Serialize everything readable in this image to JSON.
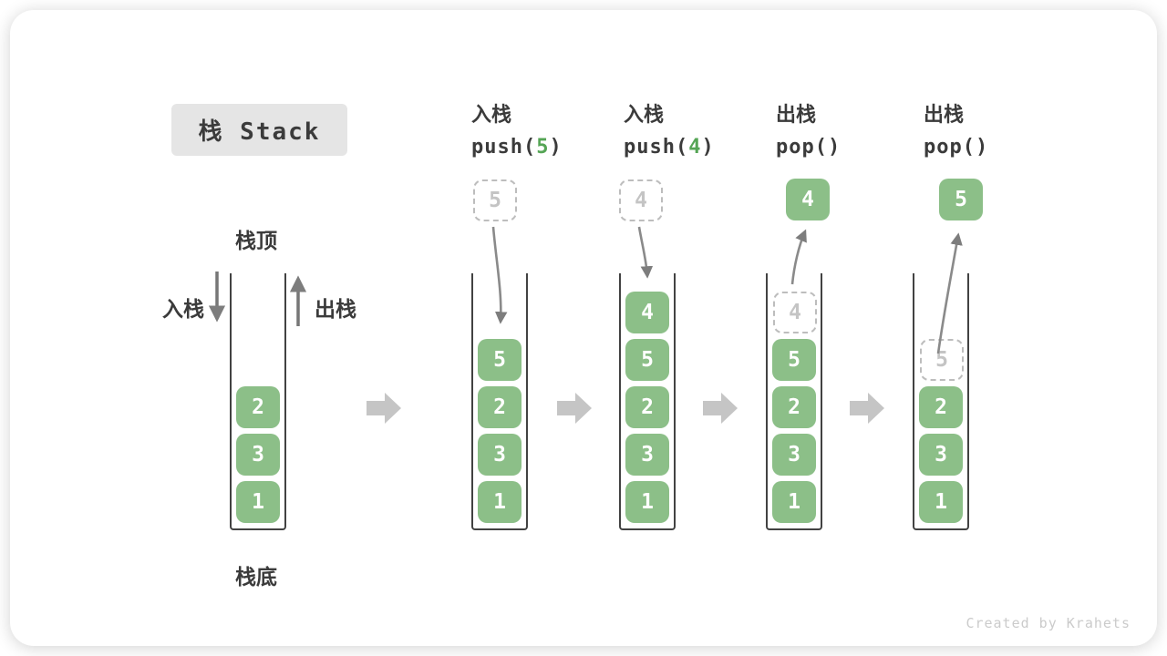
{
  "title": "栈 Stack",
  "side_labels": {
    "stack_top": "栈顶",
    "stack_bottom": "栈底",
    "push_in": "入栈",
    "pop_out": "出栈"
  },
  "operations": [
    {
      "kind": "入栈",
      "code_prefix": "push(",
      "code_arg": "5",
      "code_suffix": ")"
    },
    {
      "kind": "入栈",
      "code_prefix": "push(",
      "code_arg": "4",
      "code_suffix": ")"
    },
    {
      "kind": "出栈",
      "code_prefix": "pop(",
      "code_arg": "",
      "code_suffix": ")"
    },
    {
      "kind": "出栈",
      "code_prefix": "pop(",
      "code_arg": "",
      "code_suffix": ")"
    }
  ],
  "stacks": [
    {
      "items": [
        "2",
        "3",
        "1"
      ]
    },
    {
      "floating": {
        "value": "5",
        "style": "dashed"
      },
      "items": [
        "5",
        "2",
        "3",
        "1"
      ]
    },
    {
      "floating": {
        "value": "4",
        "style": "dashed"
      },
      "items": [
        "4",
        "5",
        "2",
        "3",
        "1"
      ]
    },
    {
      "floating": {
        "value": "4",
        "style": "solid"
      },
      "ghost": "4",
      "items": [
        "5",
        "2",
        "3",
        "1"
      ]
    },
    {
      "floating": {
        "value": "5",
        "style": "solid"
      },
      "ghost": "5",
      "items": [
        "2",
        "3",
        "1"
      ]
    }
  ],
  "watermark": "Created by Krahets",
  "colors": {
    "item_green": "#8cbf88",
    "code_arg_green": "#55a555",
    "text_dark": "#3b3b3b",
    "motion_arrow_gray": "#8a8a8a",
    "block_arrow_gray": "#c5c5c5",
    "ghost_gray": "#c4c4c4",
    "title_chip_bg": "#e5e5e5"
  }
}
